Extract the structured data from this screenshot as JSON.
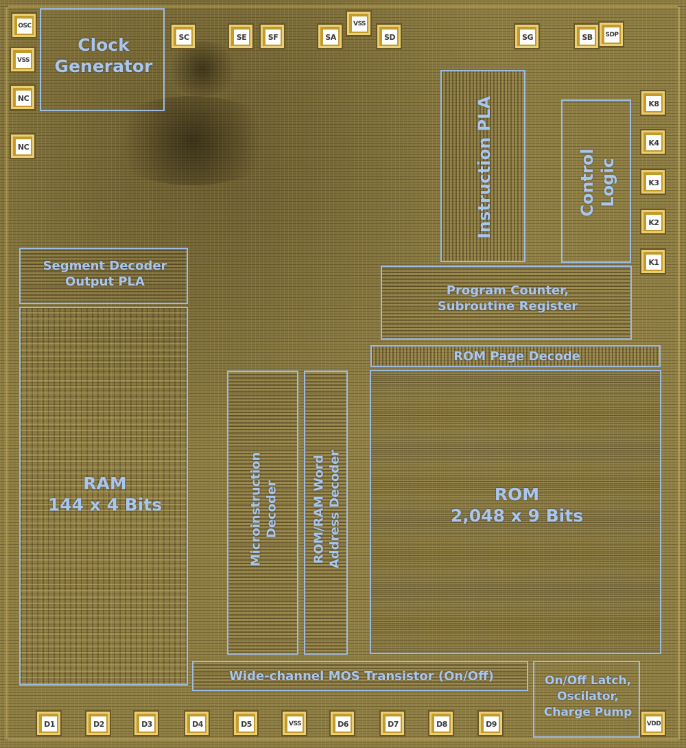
{
  "regions": {
    "clock_generator": {
      "line1": "Clock",
      "line2": "Generator"
    },
    "instruction_pla": "Instruction PLA",
    "control_logic": {
      "line1": "Control",
      "line2": "Logic"
    },
    "segment_decoder": {
      "line1": "Segment Decoder",
      "line2": "Output PLA"
    },
    "program_counter": {
      "line1": "Program Counter,",
      "line2": "Subroutine Register"
    },
    "rom_page_decode": "ROM Page Decode",
    "ram": {
      "line1": "RAM",
      "line2": "144 x 4 Bits"
    },
    "microinstruction_decoder": {
      "line1": "Microinstruction",
      "line2": "Decoder"
    },
    "rom_ram_word_decoder": {
      "line1": "ROM/RAM Word",
      "line2": "Address Decoder"
    },
    "rom": {
      "line1": "ROM",
      "line2": "2,048 x 9 Bits"
    },
    "wide_channel": "Wide-channel MOS Transistor (On/Off)",
    "onoff_latch": {
      "line1": "On/Off Latch,",
      "line2": "Oscilator,",
      "line3": "Charge Pump"
    }
  },
  "pads": {
    "top": [
      "SC",
      "SE",
      "SF",
      "SA",
      "VSS",
      "SD",
      "SG",
      "SB",
      "SDP"
    ],
    "left": [
      "OSC",
      "VSS",
      "NC",
      "NC"
    ],
    "right": [
      "K8",
      "K4",
      "K3",
      "K2",
      "K1"
    ],
    "bottom": [
      "D1",
      "D2",
      "D3",
      "D4",
      "D5",
      "VSS",
      "D6",
      "D7",
      "D8",
      "D9",
      "VDD"
    ]
  },
  "colors": {
    "outline": "#9dbbe3",
    "label": "#a9c6ec",
    "pad": "#c69a28"
  }
}
